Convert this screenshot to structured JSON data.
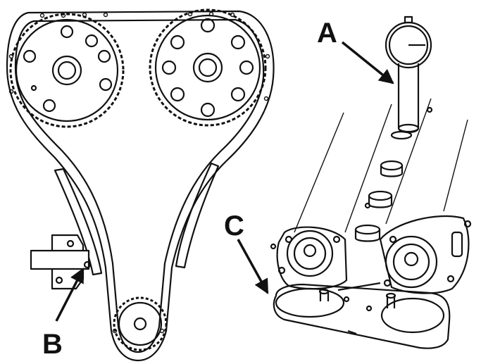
{
  "labels": {
    "a": "A",
    "b": "B",
    "c": "C"
  },
  "colors": {
    "line": "#111111",
    "paper": "#ffffff"
  }
}
